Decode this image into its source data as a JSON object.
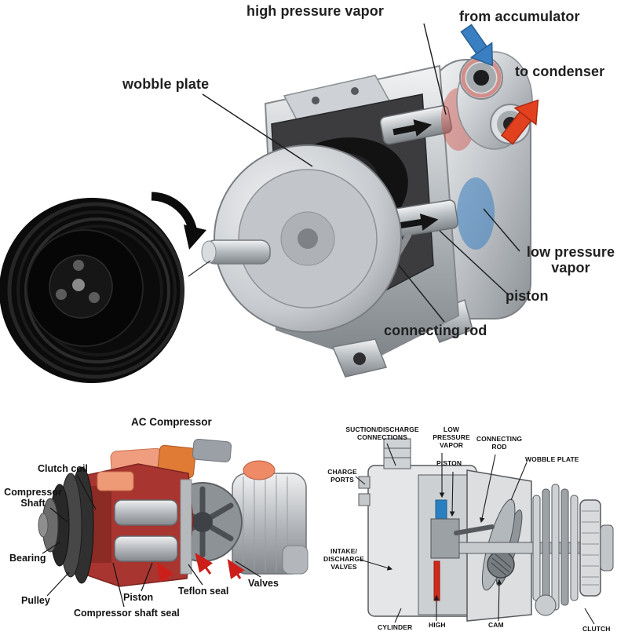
{
  "top_diagram": {
    "caption": "AC Compressor",
    "labels": {
      "high_pressure_vapor": "high pressure vapor",
      "from_accumulator": "from accumulator",
      "to_condenser": "to condenser",
      "wobble_plate": "wobble plate",
      "low_pressure_vapor": "low pressure\nvapor",
      "piston": "piston",
      "connecting_rod": "connecting rod"
    },
    "flow_colors": {
      "from_accumulator_arrow": "#3a7fc1",
      "to_condenser_arrow": "#e2411f",
      "low_pressure_region": "#3a7fc1",
      "high_pressure_region": "#cd463c"
    }
  },
  "bottom_left_diagram": {
    "labels": {
      "clutch_coil": "Clutch coil",
      "compressor_shaft": "Compressor\nShaft",
      "bearing": "Bearing",
      "pulley": "Pulley",
      "compressor_shaft_seal": "Compressor shaft seal",
      "piston": "Piston",
      "teflon_seal": "Teflon seal",
      "valves": "Valves"
    }
  },
  "bottom_right_diagram": {
    "labels": {
      "suction_discharge_connections": "SUCTION/DISCHARGE\nCONNECTIONS",
      "low_pressure_vapor": "LOW\nPRESSURE\nVAPOR",
      "connecting_rod": "CONNECTING\nROD",
      "piston": "PISTON",
      "wobble_plate": "WOBBLE PLATE",
      "charge_ports": "CHARGE\nPORTS",
      "intake_discharge_valves": "INTAKE/\nDISCHARGE\nVALVES",
      "cylinder": "CYLINDER",
      "high": "HIGH",
      "cam": "CAM",
      "clutch": "CLUTCH"
    },
    "highlight_colors": {
      "low_pressure_vapor": "#2a7fc0",
      "high_pressure": "#d22a1a"
    }
  }
}
